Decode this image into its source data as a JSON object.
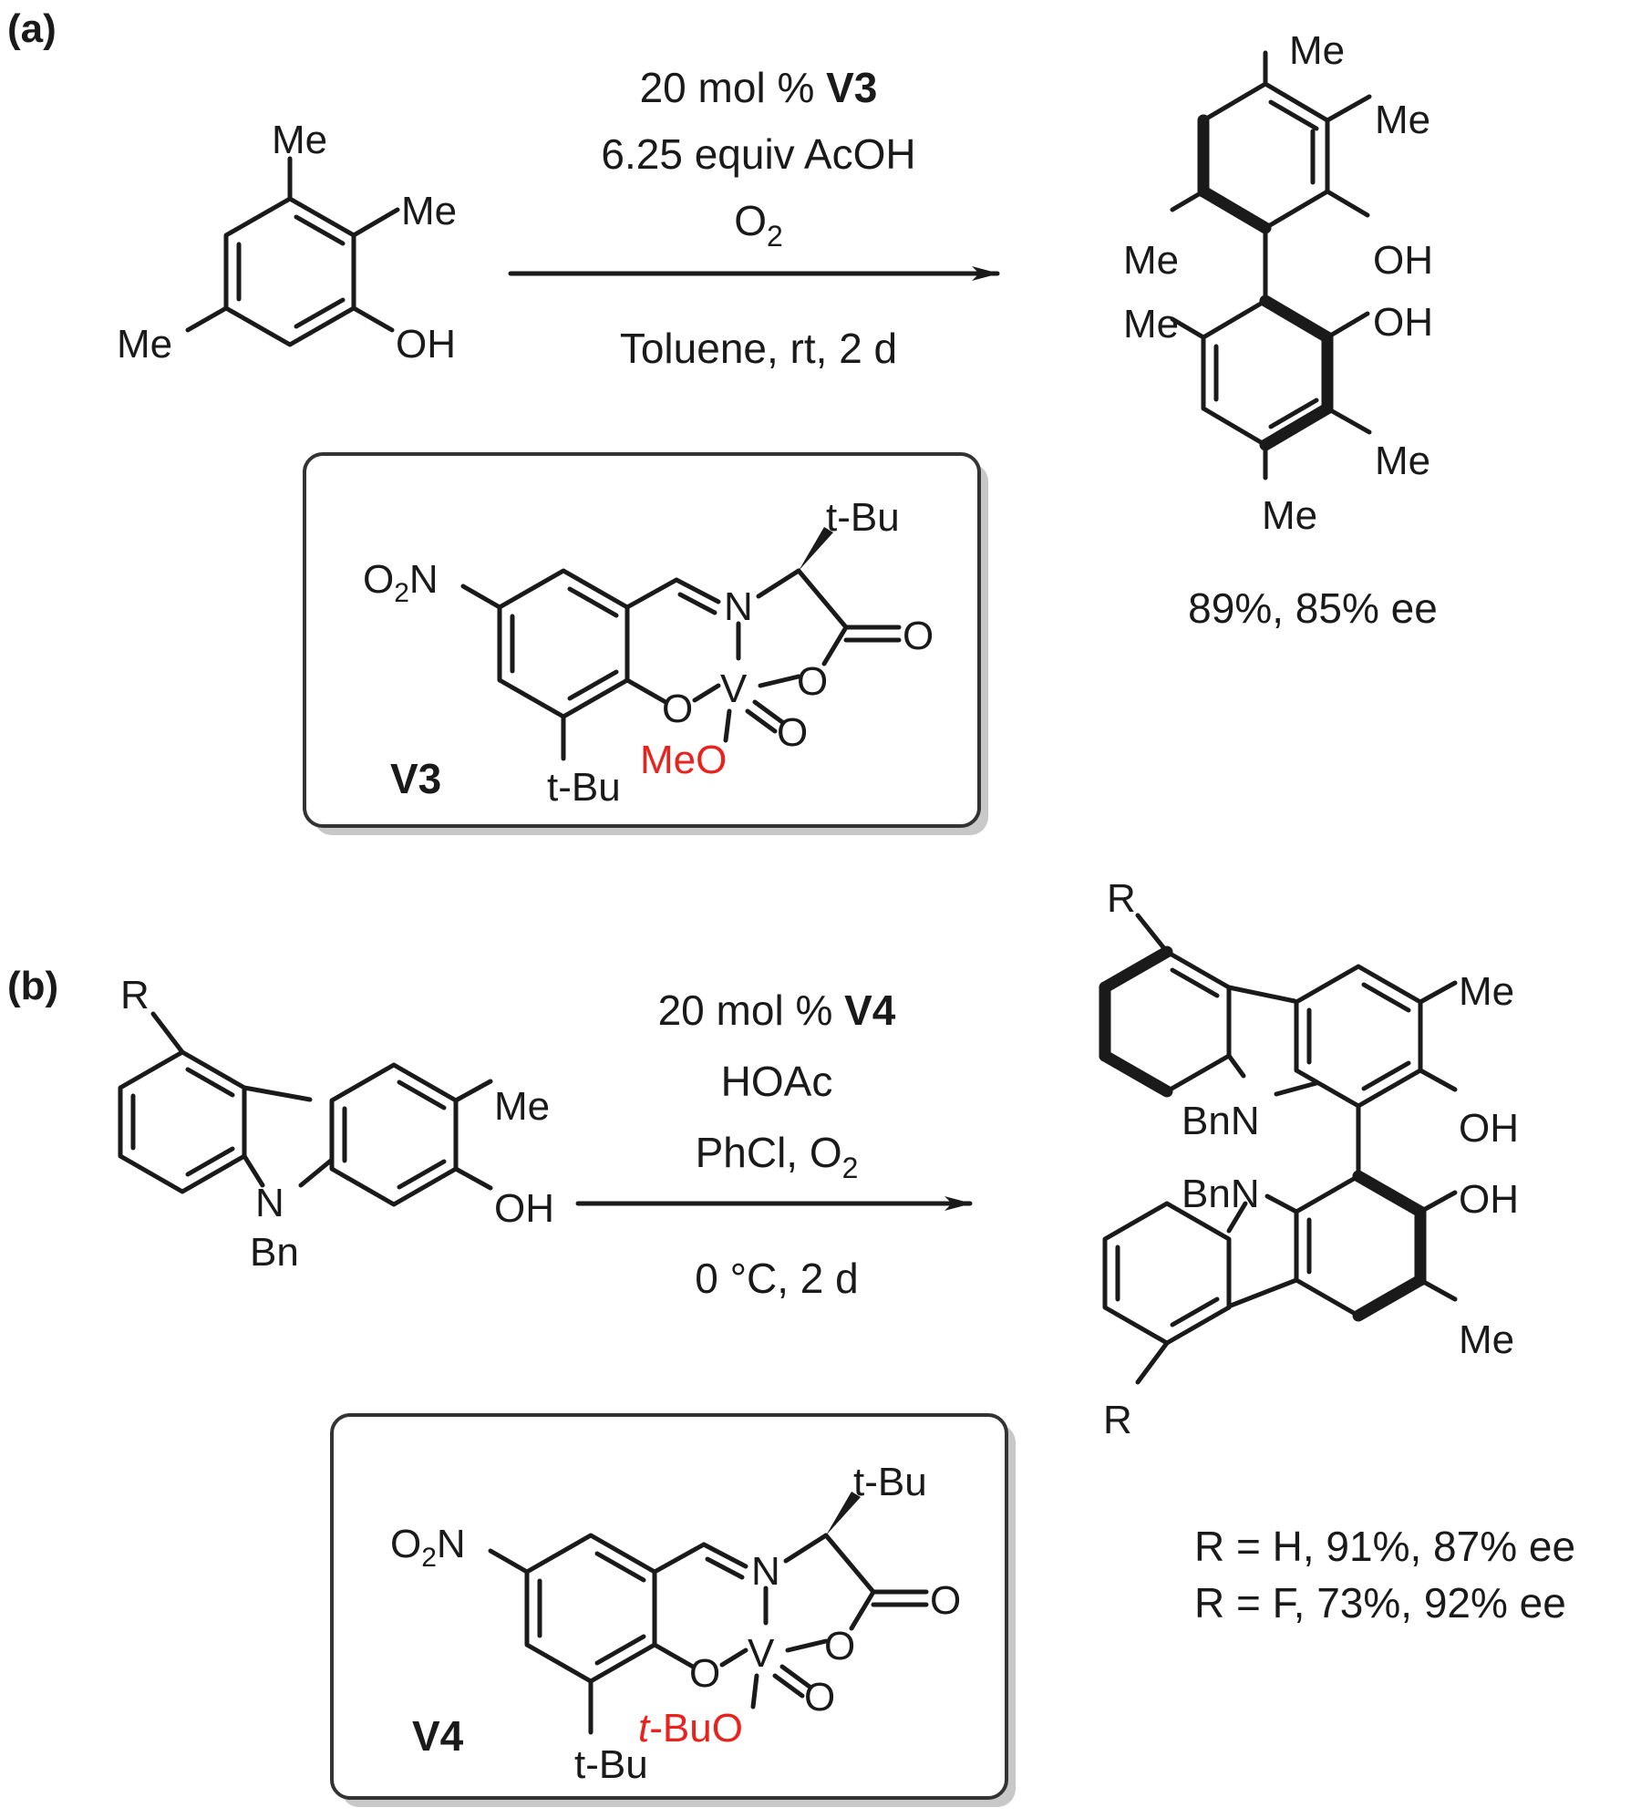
{
  "panels": [
    {
      "label": "(a)",
      "substrate": {
        "me_top": "Me",
        "me_ortho": "Me",
        "me_left": "Me",
        "oh": "OH"
      },
      "conditions": {
        "line1_prefix": "20 mol % ",
        "line1_catalyst": "V3",
        "line2": "6.25 equiv AcOH",
        "line3_base": "O",
        "line3_sub": "2",
        "below": "Toluene, rt, 2 d"
      },
      "product": {
        "me_labels": [
          "Me",
          "Me",
          "Me",
          "Me",
          "Me",
          "Me"
        ],
        "oh_labels": [
          "OH",
          "OH"
        ],
        "result": "89%, 85% ee"
      },
      "catalyst": {
        "name": "V3",
        "tbu_alpha": "t-Bu",
        "no2_base": "O",
        "no2_sub": "2",
        "no2_tail": "N",
        "n_imine": "N",
        "o_carbonyl": "O",
        "o_ester": "O",
        "v": "V",
        "o_oxo": "O",
        "o_phenol": "O",
        "tbu_ring": "t-Bu",
        "alkoxide": "MeO"
      }
    },
    {
      "label": "(b)",
      "substrate": {
        "r": "R",
        "me": "Me",
        "oh": "OH",
        "n": "N",
        "bn": "Bn"
      },
      "conditions": {
        "line1_prefix": "20 mol % ",
        "line1_catalyst": "V4",
        "line2": "HOAc",
        "line3_base": "PhCl, O",
        "line3_sub": "2",
        "below": "0 °C, 2 d"
      },
      "product": {
        "r_labels": [
          "R",
          "R"
        ],
        "me_labels": [
          "Me",
          "Me"
        ],
        "oh_labels": [
          "OH",
          "OH"
        ],
        "bnn_labels": [
          "BnN",
          "BnN"
        ],
        "results": [
          "R = H, 91%, 87% ee",
          "R = F, 73%, 92% ee"
        ]
      },
      "catalyst": {
        "name": "V4",
        "tbu_alpha": "t-Bu",
        "no2_base": "O",
        "no2_sub": "2",
        "no2_tail": "N",
        "n_imine": "N",
        "o_carbonyl": "O",
        "o_ester": "O",
        "v": "V",
        "o_oxo": "O",
        "o_phenol": "O",
        "tbu_ring": "t-Bu",
        "alkoxide_italic": "t",
        "alkoxide_rest": "-BuO"
      }
    }
  ],
  "colors": {
    "ink": "#1a1a1a",
    "highlight": "#e8221d",
    "box_border": "#333333",
    "box_shadow": "#c8c8c8"
  }
}
